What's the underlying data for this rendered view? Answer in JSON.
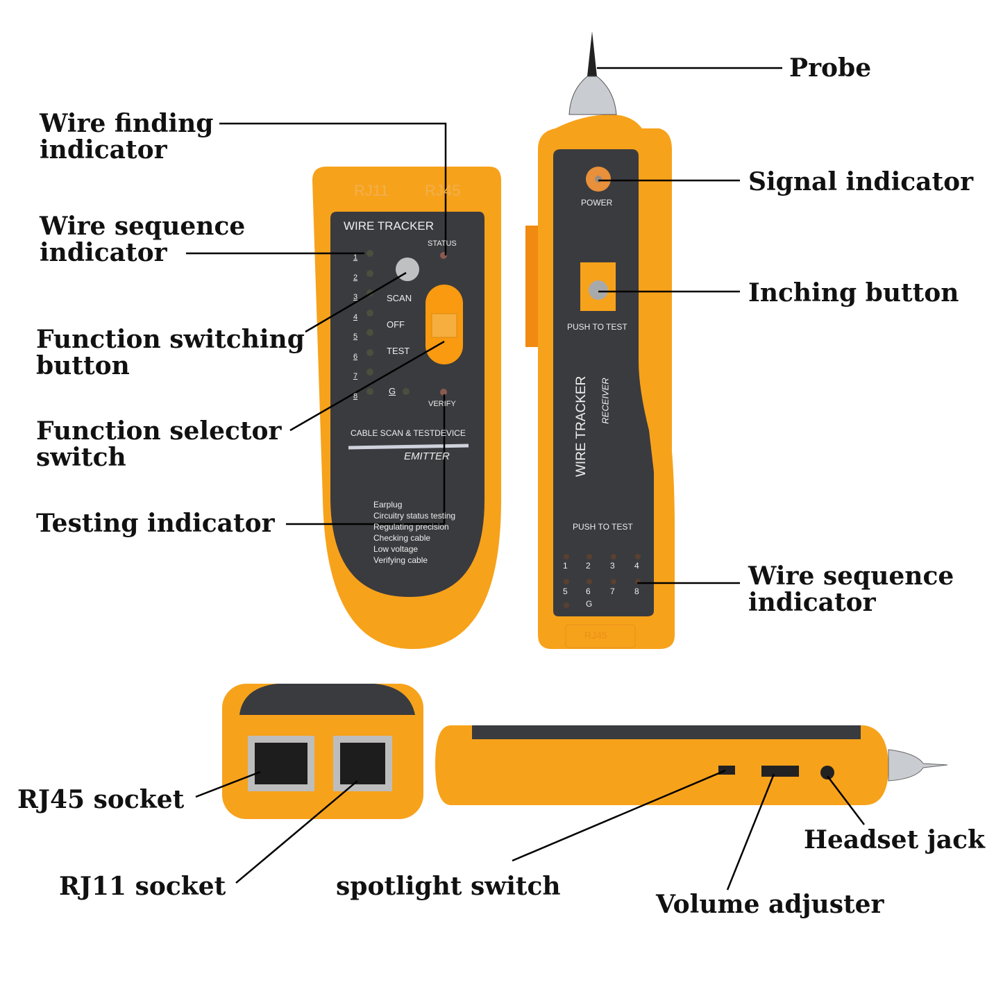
{
  "labels": {
    "probe": "Probe",
    "wire_finding": [
      "Wire finding",
      "indicator"
    ],
    "wire_sequence_left": [
      "Wire sequence",
      "indicator"
    ],
    "function_switching": [
      "Function switching",
      "button"
    ],
    "function_selector": [
      "Function selector",
      "switch"
    ],
    "testing_indicator": "Testing indicator",
    "signal_indicator": "Signal indicator",
    "inching_button": "Inching button",
    "wire_sequence_right": [
      "Wire sequence",
      "indicator"
    ],
    "rj45_socket": "RJ45 socket",
    "rj11_socket": "RJ11 socket",
    "spotlight_switch": "spotlight switch",
    "headset_jack": "Headset jack",
    "volume_adjuster": "Volume adjuster"
  },
  "emitter": {
    "embossed": [
      "RJ11",
      "RJ45"
    ],
    "title": "WIRE TRACKER",
    "status": "STATUS",
    "leds": [
      "1",
      "2",
      "3",
      "4",
      "5",
      "6",
      "7",
      "8"
    ],
    "ground": "G",
    "switch_positions": [
      "SCAN",
      "OFF",
      "TEST"
    ],
    "verify": "VERIFY",
    "subtitle": "CABLE SCAN & TESTDEVICE",
    "model": "EMITTER",
    "functions": [
      "Earplug",
      "Circuitry status testing",
      "Regulating precision",
      "Checking cable",
      "Low voltage",
      "Verifying cable"
    ]
  },
  "receiver": {
    "power": "POWER",
    "push_to_test_top": "PUSH TO TEST",
    "title": "WIRE TRACKER",
    "model": "RECEIVER",
    "push_to_test_bottom": "PUSH TO TEST",
    "leds": [
      "1",
      "2",
      "3",
      "4",
      "5",
      "6",
      "7",
      "8"
    ],
    "ground": "G",
    "embossed": "RJ45"
  },
  "colors": {
    "orange": "#f7a21b",
    "panel": "#3a3b3f",
    "line": "#000000"
  }
}
